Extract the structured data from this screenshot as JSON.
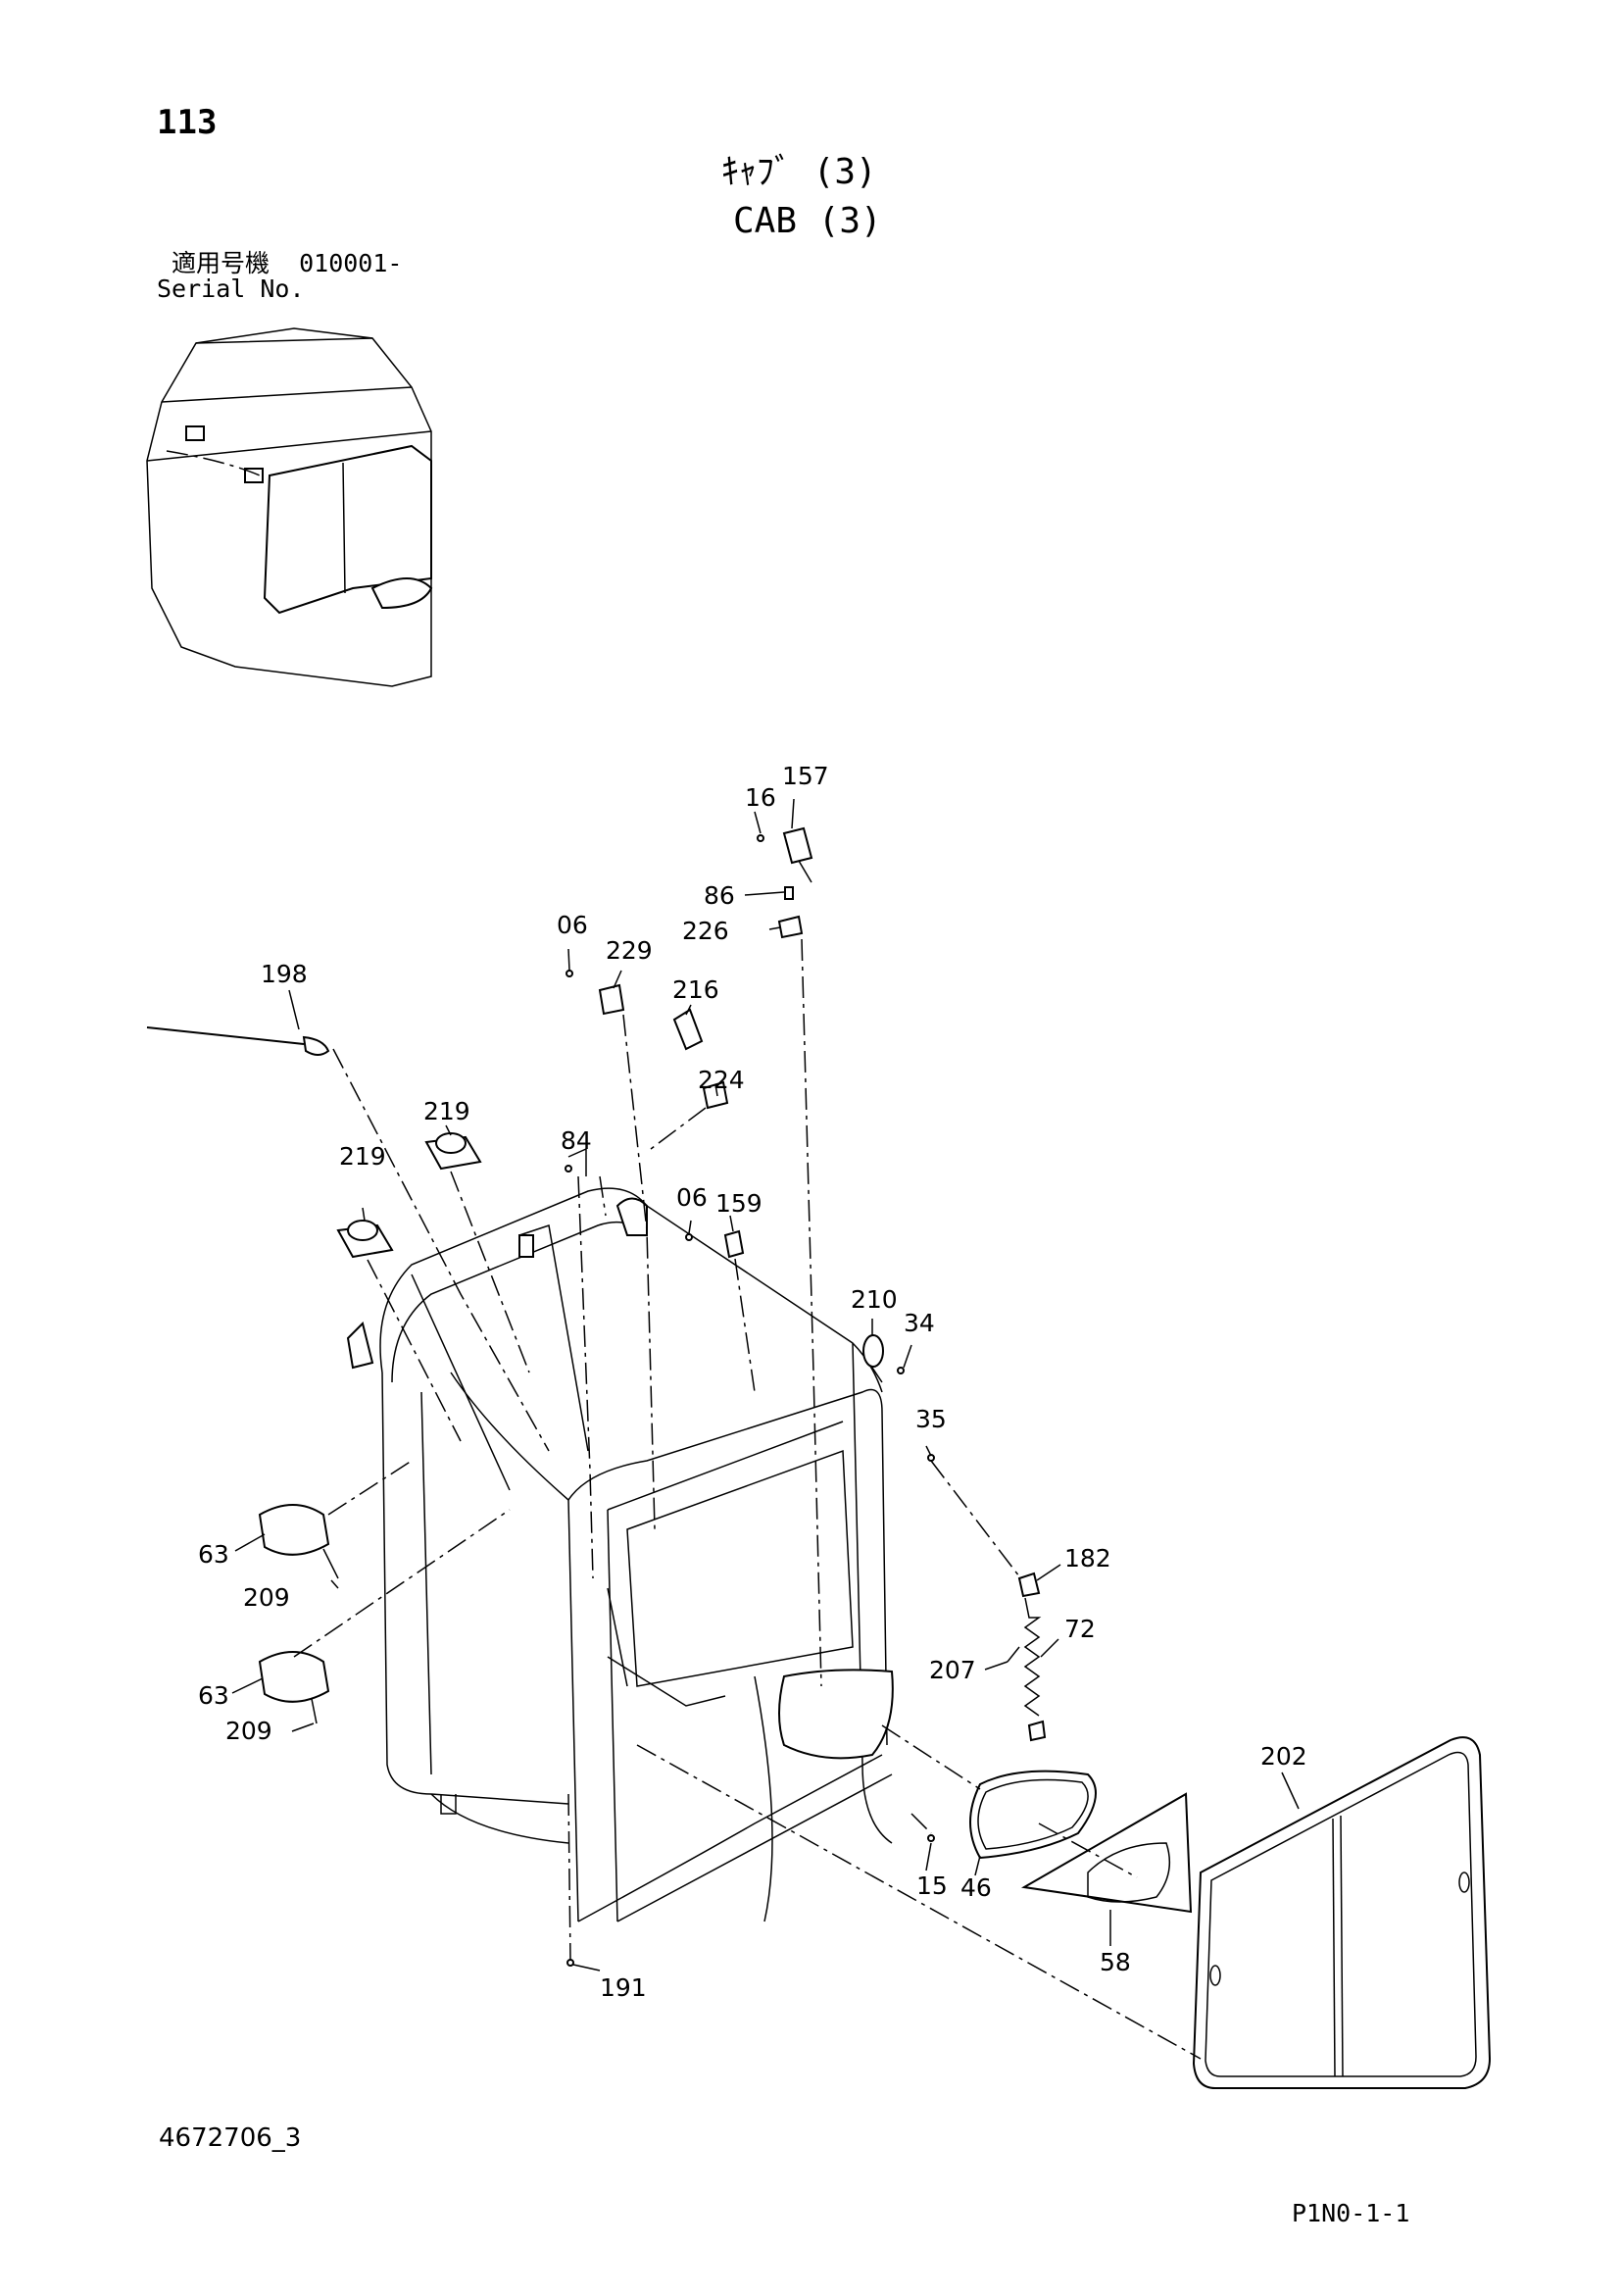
{
  "header": {
    "page_number": "113",
    "title_jp": "ｷｬﾌﾞ (3)",
    "title_en": "CAB (3)",
    "serial_jp": "適用号機  010001-",
    "serial_en": "Serial No."
  },
  "footer": {
    "doc_number": "4672706_3",
    "page_code": "P1N0-1-1"
  },
  "callouts": [
    {
      "id": "c16",
      "label": "16"
    },
    {
      "id": "c157",
      "label": "157"
    },
    {
      "id": "c86",
      "label": "86"
    },
    {
      "id": "c226",
      "label": "226"
    },
    {
      "id": "c06a",
      "label": "06"
    },
    {
      "id": "c229",
      "label": "229"
    },
    {
      "id": "c198",
      "label": "198"
    },
    {
      "id": "c216",
      "label": "216"
    },
    {
      "id": "c224",
      "label": "224"
    },
    {
      "id": "c219a",
      "label": "219"
    },
    {
      "id": "c84",
      "label": "84"
    },
    {
      "id": "c219b",
      "label": "219"
    },
    {
      "id": "c06b",
      "label": "06"
    },
    {
      "id": "c159",
      "label": "159"
    },
    {
      "id": "c210",
      "label": "210"
    },
    {
      "id": "c34",
      "label": "34"
    },
    {
      "id": "c35",
      "label": "35"
    },
    {
      "id": "c63a",
      "label": "63"
    },
    {
      "id": "c209a",
      "label": "209"
    },
    {
      "id": "c182",
      "label": "182"
    },
    {
      "id": "c72",
      "label": "72"
    },
    {
      "id": "c207",
      "label": "207"
    },
    {
      "id": "c63b",
      "label": "63"
    },
    {
      "id": "c209b",
      "label": "209"
    },
    {
      "id": "c202",
      "label": "202"
    },
    {
      "id": "c15",
      "label": "15"
    },
    {
      "id": "c46",
      "label": "46"
    },
    {
      "id": "c58",
      "label": "58"
    },
    {
      "id": "c191",
      "label": "191"
    }
  ]
}
